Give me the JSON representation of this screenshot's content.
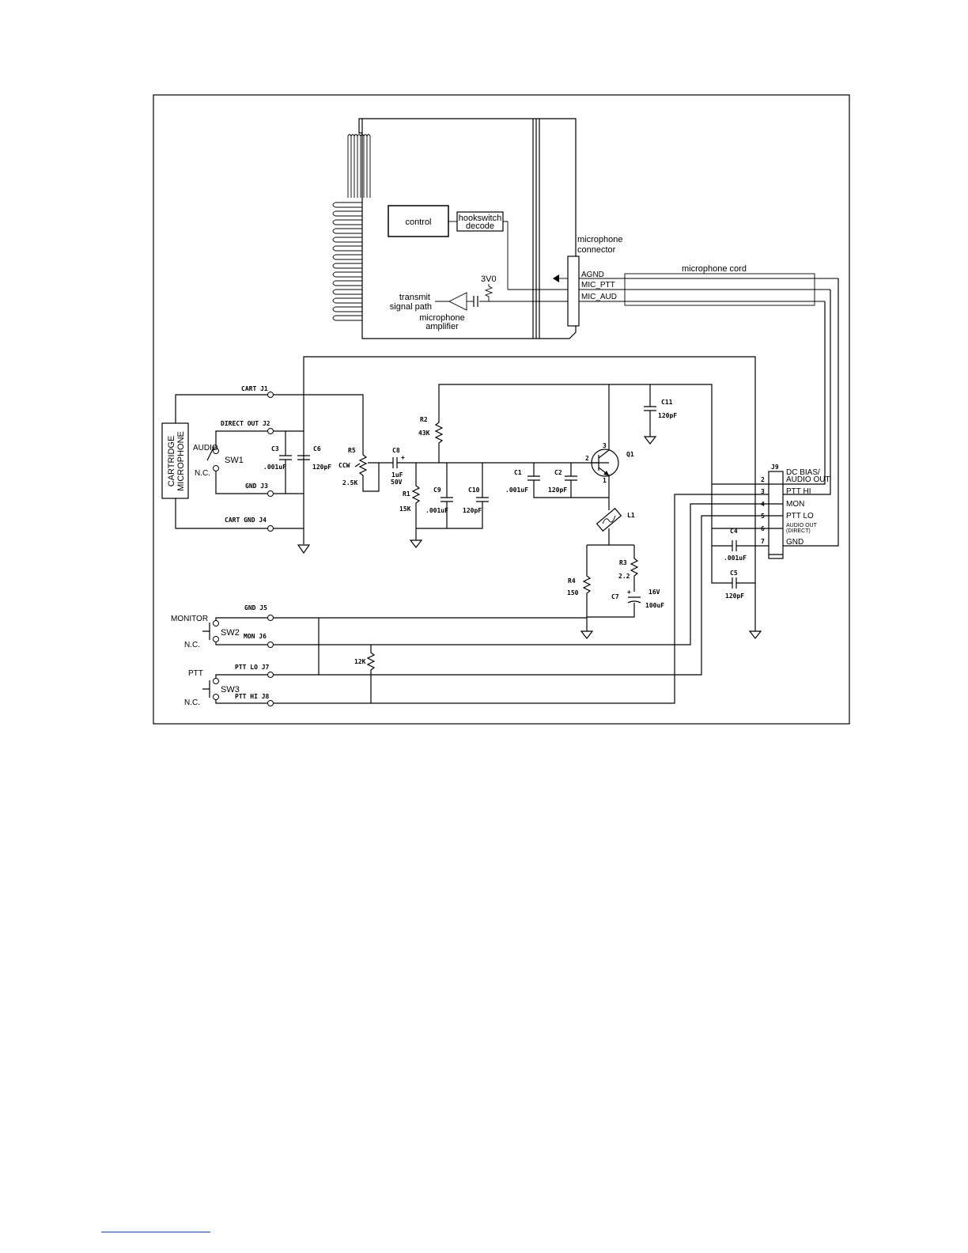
{
  "radio": {
    "control": "control",
    "hookswitch_line1": "hookswitch",
    "hookswitch_line2": "decode",
    "connector_line1": "microphone",
    "connector_line2": "connector",
    "agnd": "AGND",
    "mic_ptt": "MIC_PTT",
    "mic_aud": "MIC_AUD",
    "v3v0": "3V0",
    "transmit_line1": "transmit",
    "transmit_line2": "signal path",
    "amp_line1": "microphone",
    "amp_line2": "amplifier",
    "cord": "microphone cord"
  },
  "jacks": {
    "cart": "CART  J1",
    "direct_out": "DIRECT OUT  J2",
    "gnd3": "GND  J3",
    "cart_gnd": "CART GND  J4",
    "gnd5": "GND  J5",
    "mon6": "MON  J6",
    "ptt_lo": "PTT LO  J7",
    "ptt_hi": "PTT HI  J8"
  },
  "cartridge": {
    "line1": "CARTRIDGE",
    "line2": "MICROPHONE"
  },
  "sw1": {
    "name": "SW1",
    "audio": "AUDIO",
    "nc": "N.C."
  },
  "sw2": {
    "name": "SW2",
    "monitor": "MONITOR",
    "nc": "N.C."
  },
  "sw3": {
    "name": "SW3",
    "ptt": "PTT",
    "nc": "N.C."
  },
  "parts": {
    "c3": "C3",
    "c3v": ".001uF",
    "c6": "C6",
    "c6v": "120pF",
    "r5": "R5",
    "r5ccw": "CCW",
    "r5v": "2.5K",
    "c8": "C8",
    "c8v1": "1uF",
    "c8v2": "50V",
    "plus": "+",
    "r2": "R2",
    "r2v": "43K",
    "r1": "R1",
    "r1v": "15K",
    "c9": "C9",
    "c9v": ".001uF",
    "c10": "C10",
    "c10v": "120pF",
    "c1": "C1",
    "c1v": ".001uF",
    "c2": "C2",
    "c2v": "120pF",
    "c11": "C11",
    "c11v": "120pF",
    "q1": "Q1",
    "pin1": "1",
    "pin2": "2",
    "pin3": "3",
    "l1": "L1",
    "r3": "R3",
    "r3v": "2.2",
    "r4": "R4",
    "r4v": "150",
    "c7": "C7",
    "c7v1": "16V",
    "c7v2": "100uF",
    "r12k": "12K",
    "c4": "C4",
    "c4v": ".001uF",
    "c5": "C5",
    "c5v": "120pF"
  },
  "j9": {
    "name": "J9",
    "pins": [
      "2",
      "3",
      "4",
      "5",
      "6",
      "7"
    ],
    "dc_bias_1": "DC BIAS/",
    "dc_bias_2": "AUDIO OUT",
    "ptt_hi": "PTT HI",
    "mon": "MON",
    "ptt_lo": "PTT LO",
    "audio_direct_1": "AUDIO OUT",
    "audio_direct_2": "(DIRECT)",
    "gnd": "GND"
  }
}
